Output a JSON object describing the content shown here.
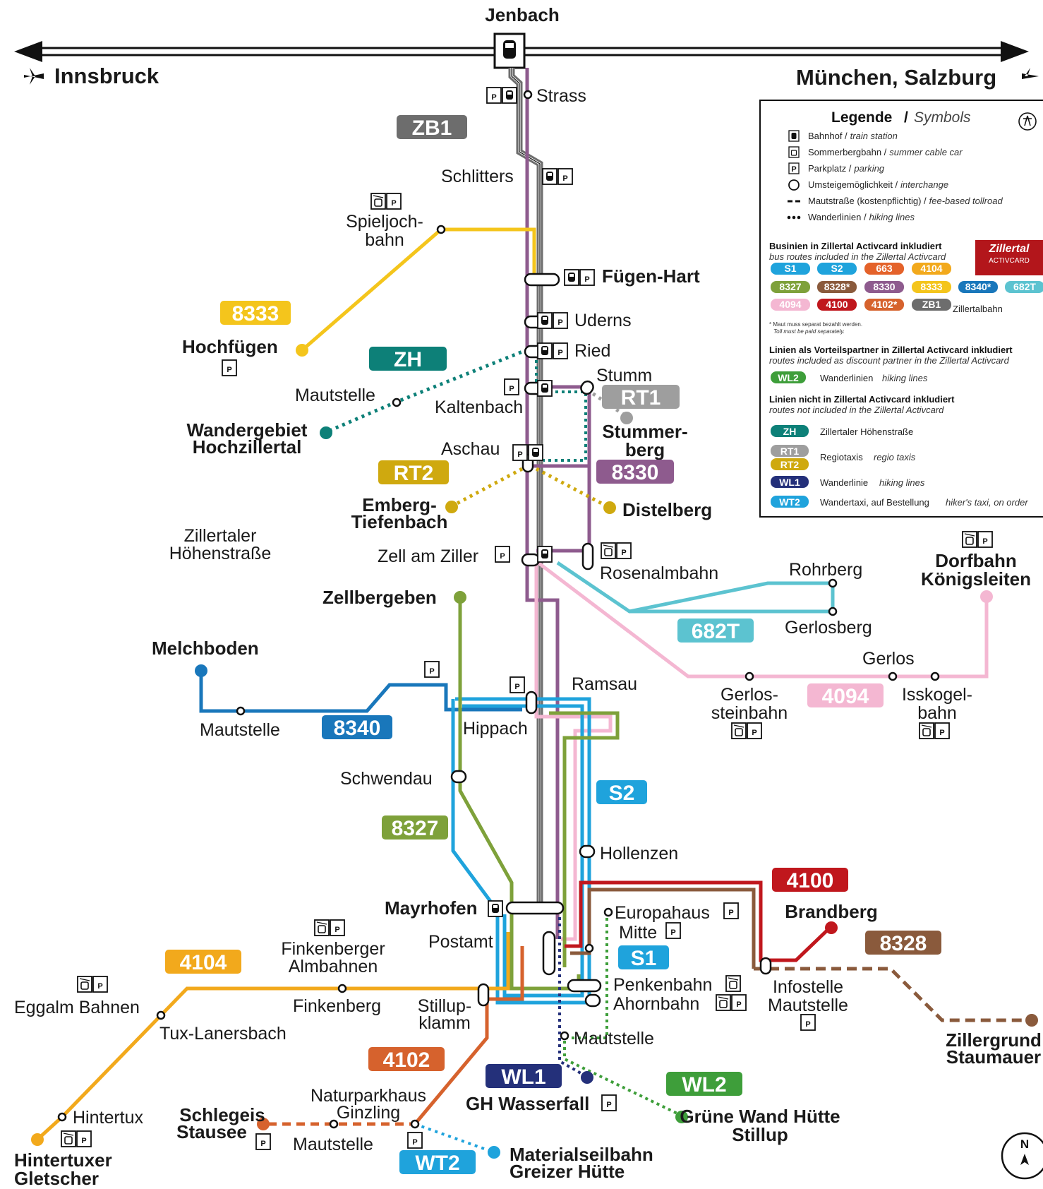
{
  "header": {
    "left_city": "Innsbruck",
    "right_city": "München, Salzburg",
    "top_station": "Jenbach"
  },
  "legend": {
    "title": "Legende",
    "title_sep": "/",
    "title_en": "Symbols",
    "symbols": [
      {
        "de": "Bahnhof",
        "en": "train station"
      },
      {
        "de": "Sommerbergbahn",
        "en": "summer cable car"
      },
      {
        "de": "Parkplatz",
        "en": "parking"
      },
      {
        "de": "Umsteigemöglichkeit",
        "en": "interchange"
      },
      {
        "de": "Mautstraße (kostenpflichtig)",
        "en": "fee-based tollroad"
      },
      {
        "de": "Wanderlinien",
        "en": "hiking lines"
      }
    ],
    "section1_de": "Businien in Zillertal Activcard inkludiert",
    "section1_en": "bus routes included in the Zillertal Activcard",
    "activcard_brand": "Zillertal",
    "activcard_sub": "ACTIVCARD",
    "included_lines": [
      {
        "label": "S1",
        "color": "#1fa3dc"
      },
      {
        "label": "S2",
        "color": "#1fa3dc"
      },
      {
        "label": "663",
        "color": "#e4622a"
      },
      {
        "label": "4104",
        "color": "#f2a91c"
      },
      {
        "label": "8327",
        "color": "#7ea13a"
      },
      {
        "label": "8328*",
        "color": "#8a5a3c"
      },
      {
        "label": "8330",
        "color": "#8e5b8e"
      },
      {
        "label": "8333",
        "color": "#f4c51c"
      },
      {
        "label": "8340*",
        "color": "#1977bb"
      },
      {
        "label": "682T",
        "color": "#5cc3d0"
      },
      {
        "label": "4094",
        "color": "#f4b7d2"
      },
      {
        "label": "4100",
        "color": "#c0171d"
      },
      {
        "label": "4102*",
        "color": "#d6622d"
      },
      {
        "label": "ZB1",
        "color": "#6d6d6d"
      }
    ],
    "zb1_text": "Zillertalbahn",
    "toll_note_de": "* Maut muss separat bezahlt werden.",
    "toll_note_en": "Toll must be paid separately.",
    "section2_de": "Linien als Vorteilspartner in Zillertal Activcard inkludiert",
    "section2_en": "routes included as discount partner in the Zillertal Activcard",
    "wl2_text_de": "Wanderlinien",
    "wl2_text_en": "hiking lines",
    "section3_de": "Linien nicht in Zillertal Activcard inkludiert",
    "section3_en": "routes not included in the Zillertal Activcard",
    "zh_text": "Zillertaler Höhenstraße",
    "rt_text_de": "Regiotaxis",
    "rt_text_en": "regio taxis",
    "wl1_text_de": "Wanderlinie",
    "wl1_text_en": "hiking lines",
    "wt2_text_de": "Wandertaxi, auf Bestellung",
    "wt2_text_en": "hiker's taxi, on order"
  },
  "line_badges": [
    {
      "label": "ZB1",
      "color": "#6d6d6d"
    },
    {
      "label": "8333",
      "color": "#f4c51c"
    },
    {
      "label": "ZH",
      "color": "#0d8078"
    },
    {
      "label": "RT1",
      "color": "#9e9e9e"
    },
    {
      "label": "RT2",
      "color": "#cfa90f"
    },
    {
      "label": "8330",
      "color": "#8e5b8e"
    },
    {
      "label": "682T",
      "color": "#5cc3d0"
    },
    {
      "label": "4094",
      "color": "#f4b7d2"
    },
    {
      "label": "8340",
      "color": "#1977bb"
    },
    {
      "label": "S2",
      "color": "#1fa3dc"
    },
    {
      "label": "8327",
      "color": "#7ea13a"
    },
    {
      "label": "4100",
      "color": "#c0171d"
    },
    {
      "label": "8328",
      "color": "#8a5a3c"
    },
    {
      "label": "S1",
      "color": "#1fa3dc"
    },
    {
      "label": "4104",
      "color": "#f2a91c"
    },
    {
      "label": "4102",
      "color": "#d6622d"
    },
    {
      "label": "WL1",
      "color": "#24307a"
    },
    {
      "label": "WL2",
      "color": "#3e9e3a"
    },
    {
      "label": "WT2",
      "color": "#1fa3dc"
    }
  ],
  "stations": {
    "strass": "Strass",
    "schlitters": "Schlitters",
    "spieljoch_1": "Spieljoch-",
    "spieljoch_2": "bahn",
    "fuegen": "Fügen-Hart",
    "uderns": "Uderns",
    "ried": "Ried",
    "hochfuegen": "Hochfügen",
    "mautstelle_zh": "Mautstelle",
    "kaltenbach": "Kaltenbach",
    "stumm": "Stumm",
    "wandergebiet_1": "Wandergebiet",
    "wandergebiet_2": "Hochzillertal",
    "aschau": "Aschau",
    "stummerberg_1": "Stummer-",
    "stummerberg_2": "berg",
    "emberg_1": "Emberg-",
    "emberg_2": "Tiefenbach",
    "distelberg": "Distelberg",
    "hoehenstrasse_1": "Zillertaler",
    "hoehenstrasse_2": "Höhenstraße",
    "zell": "Zell am Ziller",
    "rosenalm": "Rosenalmbahn",
    "rohrberg": "Rohrberg",
    "dorfbahn_1": "Dorfbahn",
    "dorfbahn_2": "Königsleiten",
    "zellbergeben": "Zellbergeben",
    "gerlosberg": "Gerlosberg",
    "gerlos": "Gerlos",
    "melchboden": "Melchboden",
    "gerlossteinbahn_1": "Gerlos-",
    "gerlossteinbahn_2": "steinbahn",
    "isskogel_1": "Isskogel-",
    "isskogel_2": "bahn",
    "ramsau": "Ramsau",
    "mautstelle_8340": "Mautstelle",
    "hippach": "Hippach",
    "schwendau": "Schwendau",
    "hollenzen": "Hollenzen",
    "mayrhofen": "Mayrhofen",
    "europahaus": "Europahaus",
    "brandberg": "Brandberg",
    "postamt": "Postamt",
    "mitte": "Mitte",
    "finkenberger_1": "Finkenberger",
    "finkenberger_2": "Almbahnen",
    "penkenbahn": "Penkenbahn",
    "ahornbahn": "Ahornbahn",
    "infostelle_1": "Infostelle",
    "infostelle_2": "Mautstelle",
    "eggalm": "Eggalm Bahnen",
    "finkenberg": "Finkenberg",
    "stillup_1": "Stillup-",
    "stillup_2": "klamm",
    "tuxlanersbach": "Tux-Lanersbach",
    "mautstelle_wl": "Mautstelle",
    "zillergrund_1": "Zillergrund",
    "zillergrund_2": "Staumauer",
    "naturpark_1": "Naturparkhaus",
    "naturpark_2": "Ginzling",
    "wasserfall": "GH Wasserfall",
    "gruenewand_1": "Grüne Wand Hütte",
    "gruenewand_2": "Stillup",
    "hintertux": "Hintertux",
    "schlegeis_1": "Schlegeis",
    "schlegeis_2": "Stausee",
    "mautstelle_4102": "Mautstelle",
    "materialseilbahn_1": "Materialseilbahn",
    "materialseilbahn_2": "Greizer Hütte",
    "hintertuxer_1": "Hintertuxer",
    "hintertuxer_2": "Gletscher"
  },
  "colors": {
    "zb1": "#6d6d6d",
    "c8330": "#8e5b8e",
    "c8333": "#f4c51c",
    "zh": "#0d8078",
    "rt1": "#9e9e9e",
    "rt2": "#cfa90f",
    "c682t": "#5cc3d0",
    "c4094": "#f4b7d2",
    "c8340": "#1977bb",
    "s": "#1fa3dc",
    "c8327": "#7ea13a",
    "c4100": "#c0171d",
    "c8328": "#8a5a3c",
    "c4104": "#f2a91c",
    "c4102": "#d6622d",
    "wl1": "#24307a",
    "wl2": "#3e9e3a"
  }
}
